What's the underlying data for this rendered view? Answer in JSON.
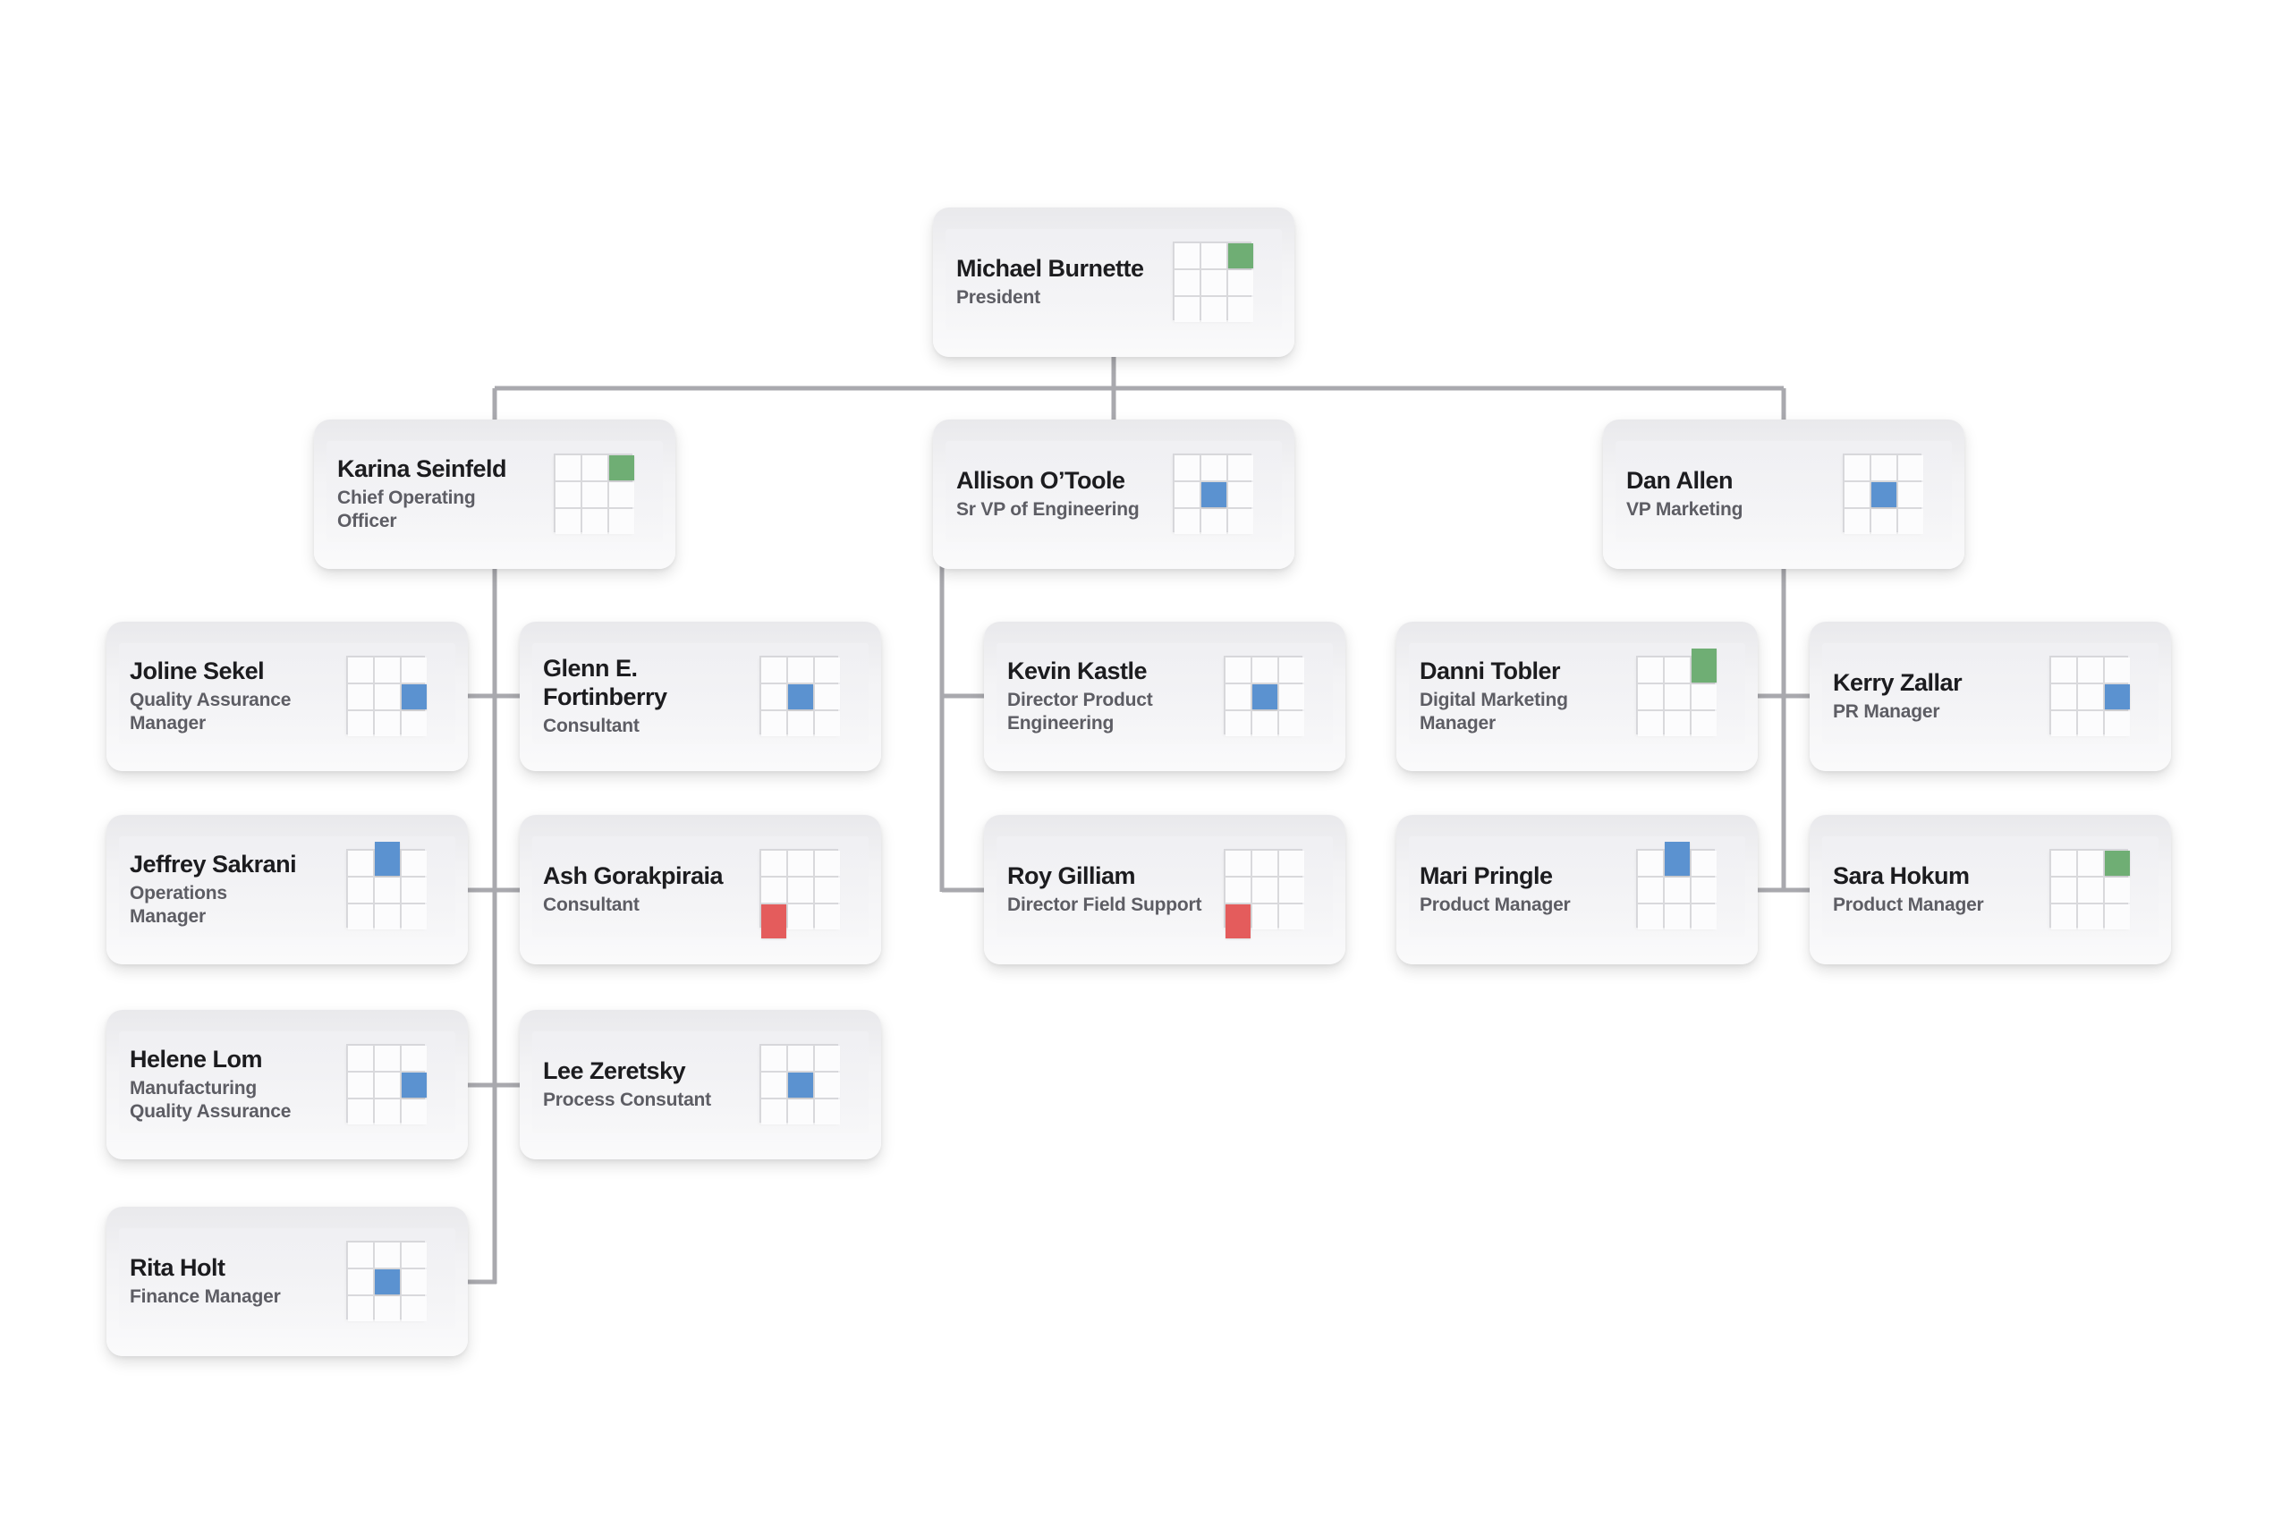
{
  "diagram": {
    "type": "org-chart",
    "background": "#ffffff"
  },
  "colors": {
    "line": "#a9a9ae",
    "marker_green": "#6fae74",
    "marker_blue": "#5b92d0",
    "marker_red": "#e45c5c",
    "name_text": "#1c1c1f",
    "title_text": "#5d5d64"
  },
  "org": {
    "nodes": [
      {
        "name": "Michael Burnette",
        "title": "President",
        "reports_to": null,
        "marker": {
          "row": 0,
          "col": 2,
          "color": "green",
          "overflow": "none"
        }
      },
      {
        "name": "Karina Seinfeld",
        "title": "Chief Operating\nOfficer",
        "reports_to": "Michael Burnette",
        "marker": {
          "row": 0,
          "col": 2,
          "color": "green",
          "overflow": "none"
        }
      },
      {
        "name": "Allison O’Toole",
        "title": "Sr VP of Engineering",
        "reports_to": "Michael Burnette",
        "marker": {
          "row": 1,
          "col": 1,
          "color": "blue",
          "overflow": "none"
        }
      },
      {
        "name": "Dan Allen",
        "title": "VP Marketing",
        "reports_to": "Michael Burnette",
        "marker": {
          "row": 1,
          "col": 1,
          "color": "blue",
          "overflow": "none"
        }
      },
      {
        "name": "Joline Sekel",
        "title": "Quality Assurance\nManager",
        "reports_to": "Karina Seinfeld",
        "marker": {
          "row": 1,
          "col": 2,
          "color": "blue",
          "overflow": "none"
        }
      },
      {
        "name": "Glenn E.\nFortinberry",
        "title": "Consultant",
        "reports_to": "Karina Seinfeld",
        "marker": {
          "row": 1,
          "col": 1,
          "color": "blue",
          "overflow": "none"
        }
      },
      {
        "name": "Jeffrey Sakrani",
        "title": "Operations\nManager",
        "reports_to": "Karina Seinfeld",
        "marker": {
          "row": 0,
          "col": 1,
          "color": "blue",
          "overflow": "up"
        }
      },
      {
        "name": "Ash Gorakpiraia",
        "title": "Consultant",
        "reports_to": "Karina Seinfeld",
        "marker": {
          "row": 2,
          "col": 0,
          "color": "red",
          "overflow": "down"
        }
      },
      {
        "name": "Helene Lom",
        "title": "Manufacturing\nQuality Assurance",
        "reports_to": "Karina Seinfeld",
        "marker": {
          "row": 1,
          "col": 2,
          "color": "blue",
          "overflow": "none"
        }
      },
      {
        "name": "Lee Zeretsky",
        "title": "Process Consutant",
        "reports_to": "Karina Seinfeld",
        "marker": {
          "row": 1,
          "col": 1,
          "color": "blue",
          "overflow": "none"
        }
      },
      {
        "name": "Rita Holt",
        "title": "Finance Manager",
        "reports_to": "Karina Seinfeld",
        "marker": {
          "row": 1,
          "col": 1,
          "color": "blue",
          "overflow": "none"
        }
      },
      {
        "name": "Kevin Kastle",
        "title": "Director Product\nEngineering",
        "reports_to": "Allison O’Toole",
        "marker": {
          "row": 1,
          "col": 1,
          "color": "blue",
          "overflow": "none"
        }
      },
      {
        "name": "Roy Gilliam",
        "title": "Director Field Support",
        "reports_to": "Allison O’Toole",
        "marker": {
          "row": 2,
          "col": 0,
          "color": "red",
          "overflow": "down"
        }
      },
      {
        "name": "Danni Tobler",
        "title": "Digital Marketing\nManager",
        "reports_to": "Dan Allen",
        "marker": {
          "row": 0,
          "col": 2,
          "color": "green",
          "overflow": "up"
        }
      },
      {
        "name": "Kerry Zallar",
        "title": "PR Manager",
        "reports_to": "Dan Allen",
        "marker": {
          "row": 1,
          "col": 2,
          "color": "blue",
          "overflow": "none"
        }
      },
      {
        "name": "Mari Pringle",
        "title": "Product Manager",
        "reports_to": "Dan Allen",
        "marker": {
          "row": 0,
          "col": 1,
          "color": "blue",
          "overflow": "up"
        }
      },
      {
        "name": "Sara Hokum",
        "title": "Product Manager",
        "reports_to": "Dan Allen",
        "marker": {
          "row": 0,
          "col": 2,
          "color": "green",
          "overflow": "none"
        }
      }
    ]
  }
}
